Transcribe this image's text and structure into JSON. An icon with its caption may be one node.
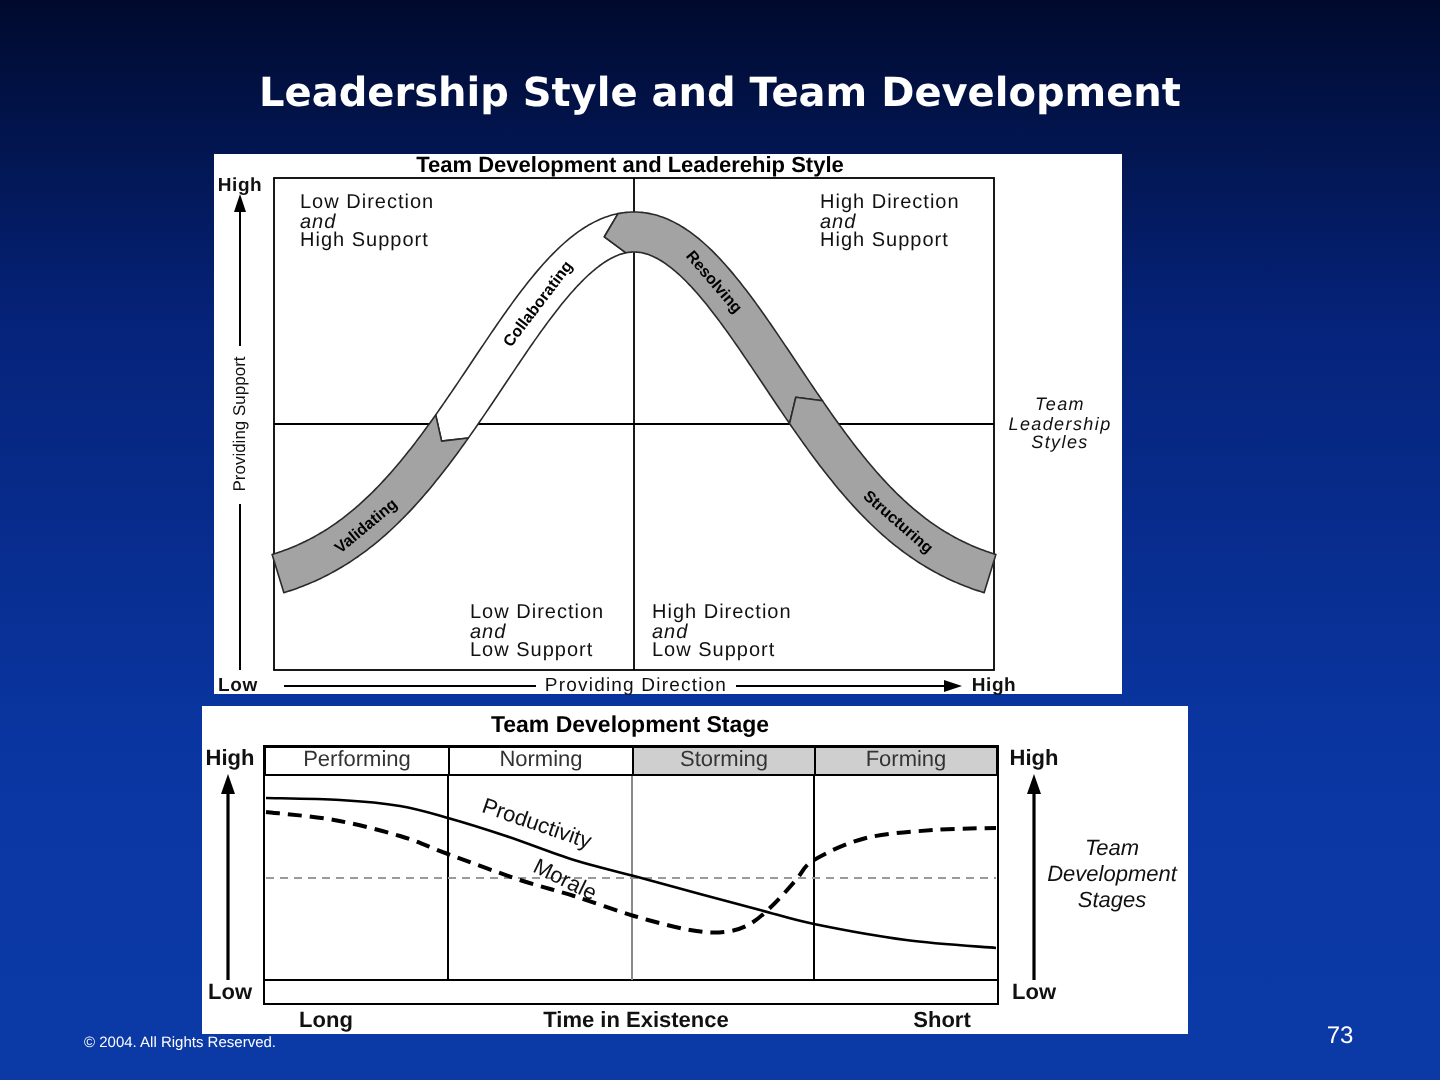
{
  "diagram": {
    "title": "Leadership Style and Team Development",
    "nodes": [
      {
        "text": [
          "Team Development and Leaderehip Style"
        ]
      },
      {
        "text": [
          "Collaborating"
        ],
        "in": 0
      },
      {
        "text": [
          "Resolving"
        ],
        "in": 0
      },
      {
        "text": [
          "Validating"
        ],
        "in": 0
      },
      {
        "text": [
          "Structuring"
        ],
        "in": 0
      },
      {
        "text": [
          "Team Development Stage"
        ]
      },
      {
        "text": [
          "Performing"
        ],
        "in": 5
      },
      {
        "text": [
          "Norming"
        ],
        "in": 5
      },
      {
        "text": [
          "Storming"
        ],
        "in": 5
      },
      {
        "text": [
          "Forming"
        ],
        "in": 5
      }
    ],
    "labels": [
      "High",
      "Low Direction *and* High Support",
      "High Direction *and* High Support",
      "Providing Support",
      "Team Leadership Styles",
      "Low Direction *and* Low Support",
      "High Direction *and* Low Support",
      "Low",
      "Providing Direction",
      "High",
      "High",
      "High",
      "Productivity",
      "Morale",
      "Team Development Stages",
      "Low",
      "Low",
      "Long",
      "Time in Existence",
      "Short",
      "© 2004. All Rights Reserved.",
      "73"
    ]
  }
}
